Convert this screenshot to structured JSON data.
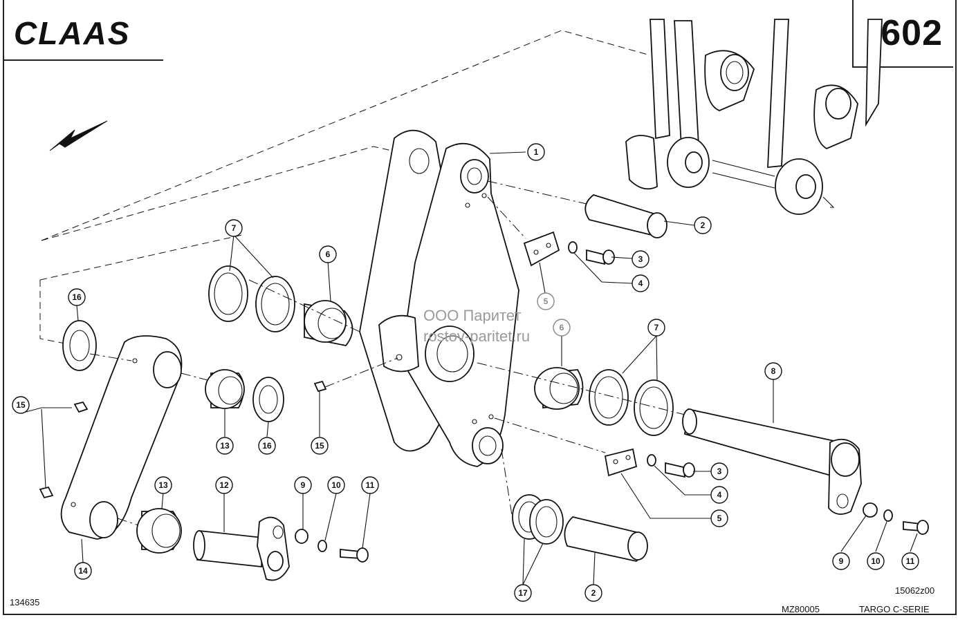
{
  "brand": {
    "logo_text": "CLAAS"
  },
  "page_number": "602",
  "watermark": {
    "line1": "ООО Паритет",
    "line2": "rostov-paritet.ru"
  },
  "footer": {
    "left_code": "134635",
    "drawing_code": "15062z00",
    "model_code": "MZ80005",
    "series": "TARGO C-SERIE"
  },
  "callouts": [
    {
      "id": "c1",
      "label": "1"
    },
    {
      "id": "c2a",
      "label": "2"
    },
    {
      "id": "c3a",
      "label": "3"
    },
    {
      "id": "c4a",
      "label": "4"
    },
    {
      "id": "c5a",
      "label": "5"
    },
    {
      "id": "c6a",
      "label": "6"
    },
    {
      "id": "c7a",
      "label": "7"
    },
    {
      "id": "c16a",
      "label": "16"
    },
    {
      "id": "c6b",
      "label": "6"
    },
    {
      "id": "c7b",
      "label": "7"
    },
    {
      "id": "c8",
      "label": "8"
    },
    {
      "id": "c15a",
      "label": "15"
    },
    {
      "id": "c13a",
      "label": "13"
    },
    {
      "id": "c16b",
      "label": "16"
    },
    {
      "id": "c15b",
      "label": "15"
    },
    {
      "id": "c3b",
      "label": "3"
    },
    {
      "id": "c4b",
      "label": "4"
    },
    {
      "id": "c5b",
      "label": "5"
    },
    {
      "id": "c9a",
      "label": "9"
    },
    {
      "id": "c10a",
      "label": "10"
    },
    {
      "id": "c11a",
      "label": "11"
    },
    {
      "id": "c13b",
      "label": "13"
    },
    {
      "id": "c12",
      "label": "12"
    },
    {
      "id": "c14",
      "label": "14"
    },
    {
      "id": "c17",
      "label": "17"
    },
    {
      "id": "c2b",
      "label": "2"
    },
    {
      "id": "c9b",
      "label": "9"
    },
    {
      "id": "c10b",
      "label": "10"
    },
    {
      "id": "c11b",
      "label": "11"
    }
  ]
}
